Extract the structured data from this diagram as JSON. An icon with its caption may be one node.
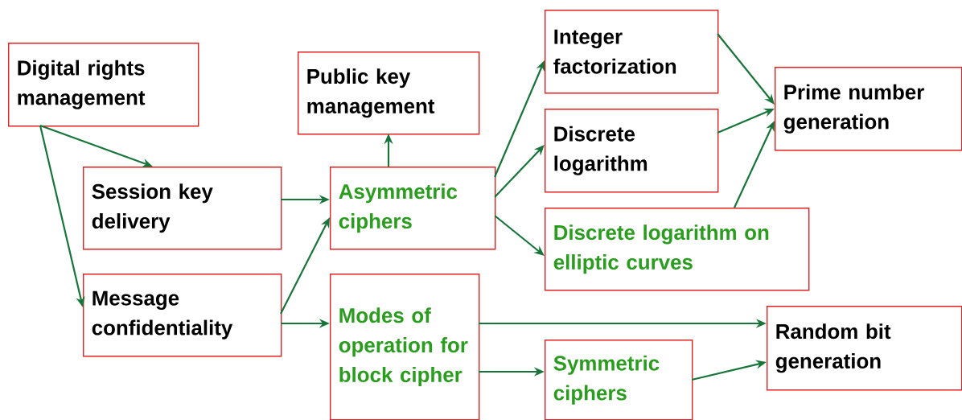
{
  "diagram": {
    "nodes": [
      {
        "text": [
          "Digital rights management"
        ]
      },
      {
        "text": [
          "Session key delivery"
        ]
      },
      {
        "text": [
          "Message confidentiality"
        ]
      },
      {
        "text": [
          "Public key management"
        ]
      },
      {
        "text": [
          "Asymmetric ciphers"
        ]
      },
      {
        "text": [
          "Modes of operation for block cipher"
        ]
      },
      {
        "text": [
          "Integer factorization"
        ]
      },
      {
        "text": [
          "Discrete logarithm"
        ]
      },
      {
        "text": [
          "Discrete logarithm on elliptic curves"
        ]
      },
      {
        "text": [
          "Symmetric ciphers"
        ]
      },
      {
        "text": [
          "Prime number generation"
        ]
      },
      {
        "text": [
          "Random bit generation"
        ]
      }
    ],
    "edges": [
      {
        "from": 0,
        "to": 1,
        "arrow": "to"
      },
      {
        "from": 0,
        "to": 2,
        "arrow": "to"
      },
      {
        "from": 1,
        "to": 4,
        "arrow": "to"
      },
      {
        "from": 2,
        "to": 4,
        "arrow": "to"
      },
      {
        "from": 2,
        "to": 5,
        "arrow": "to"
      },
      {
        "from": 4,
        "to": 3,
        "arrow": "to"
      },
      {
        "from": 4,
        "to": 6,
        "arrow": "to"
      },
      {
        "from": 4,
        "to": 7,
        "arrow": "to"
      },
      {
        "from": 4,
        "to": 8,
        "arrow": "to"
      },
      {
        "from": 6,
        "to": 10,
        "arrow": "to"
      },
      {
        "from": 7,
        "to": 10,
        "arrow": "to"
      },
      {
        "from": 8,
        "to": 10,
        "arrow": "to"
      },
      {
        "from": 5,
        "to": 11,
        "arrow": "to"
      },
      {
        "from": 5,
        "to": 9,
        "arrow": "to"
      },
      {
        "from": 9,
        "to": 11,
        "arrow": "to"
      }
    ]
  }
}
